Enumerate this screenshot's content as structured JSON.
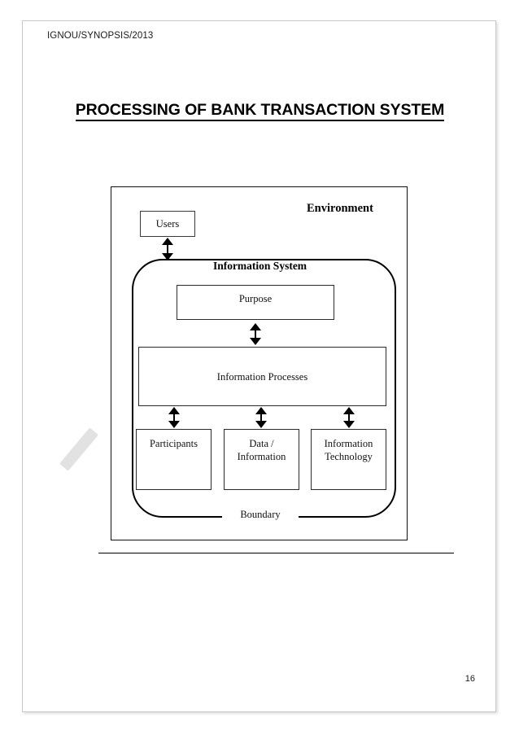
{
  "document": {
    "header": "IGNOU/SYNOPSIS/2013",
    "title": "PROCESSING OF BANK TRANSACTION SYSTEM",
    "page_number": "16"
  },
  "diagram": {
    "environment_label": "Environment",
    "information_system_label": "Information System",
    "boundary_label": "Boundary",
    "users_box": "Users",
    "purpose_box": "Purpose",
    "processes_box": "Information Processes",
    "leaf_boxes": [
      {
        "line1": "Participants",
        "line2": ""
      },
      {
        "line1": "Data /",
        "line2": "Information"
      },
      {
        "line1": "Information",
        "line2": "Technology"
      }
    ]
  },
  "colors": {
    "ink": "#000000",
    "page_border": "#c9c9c9",
    "box_stroke": "#2b2b2b",
    "watermark": "#e2e2e2"
  }
}
